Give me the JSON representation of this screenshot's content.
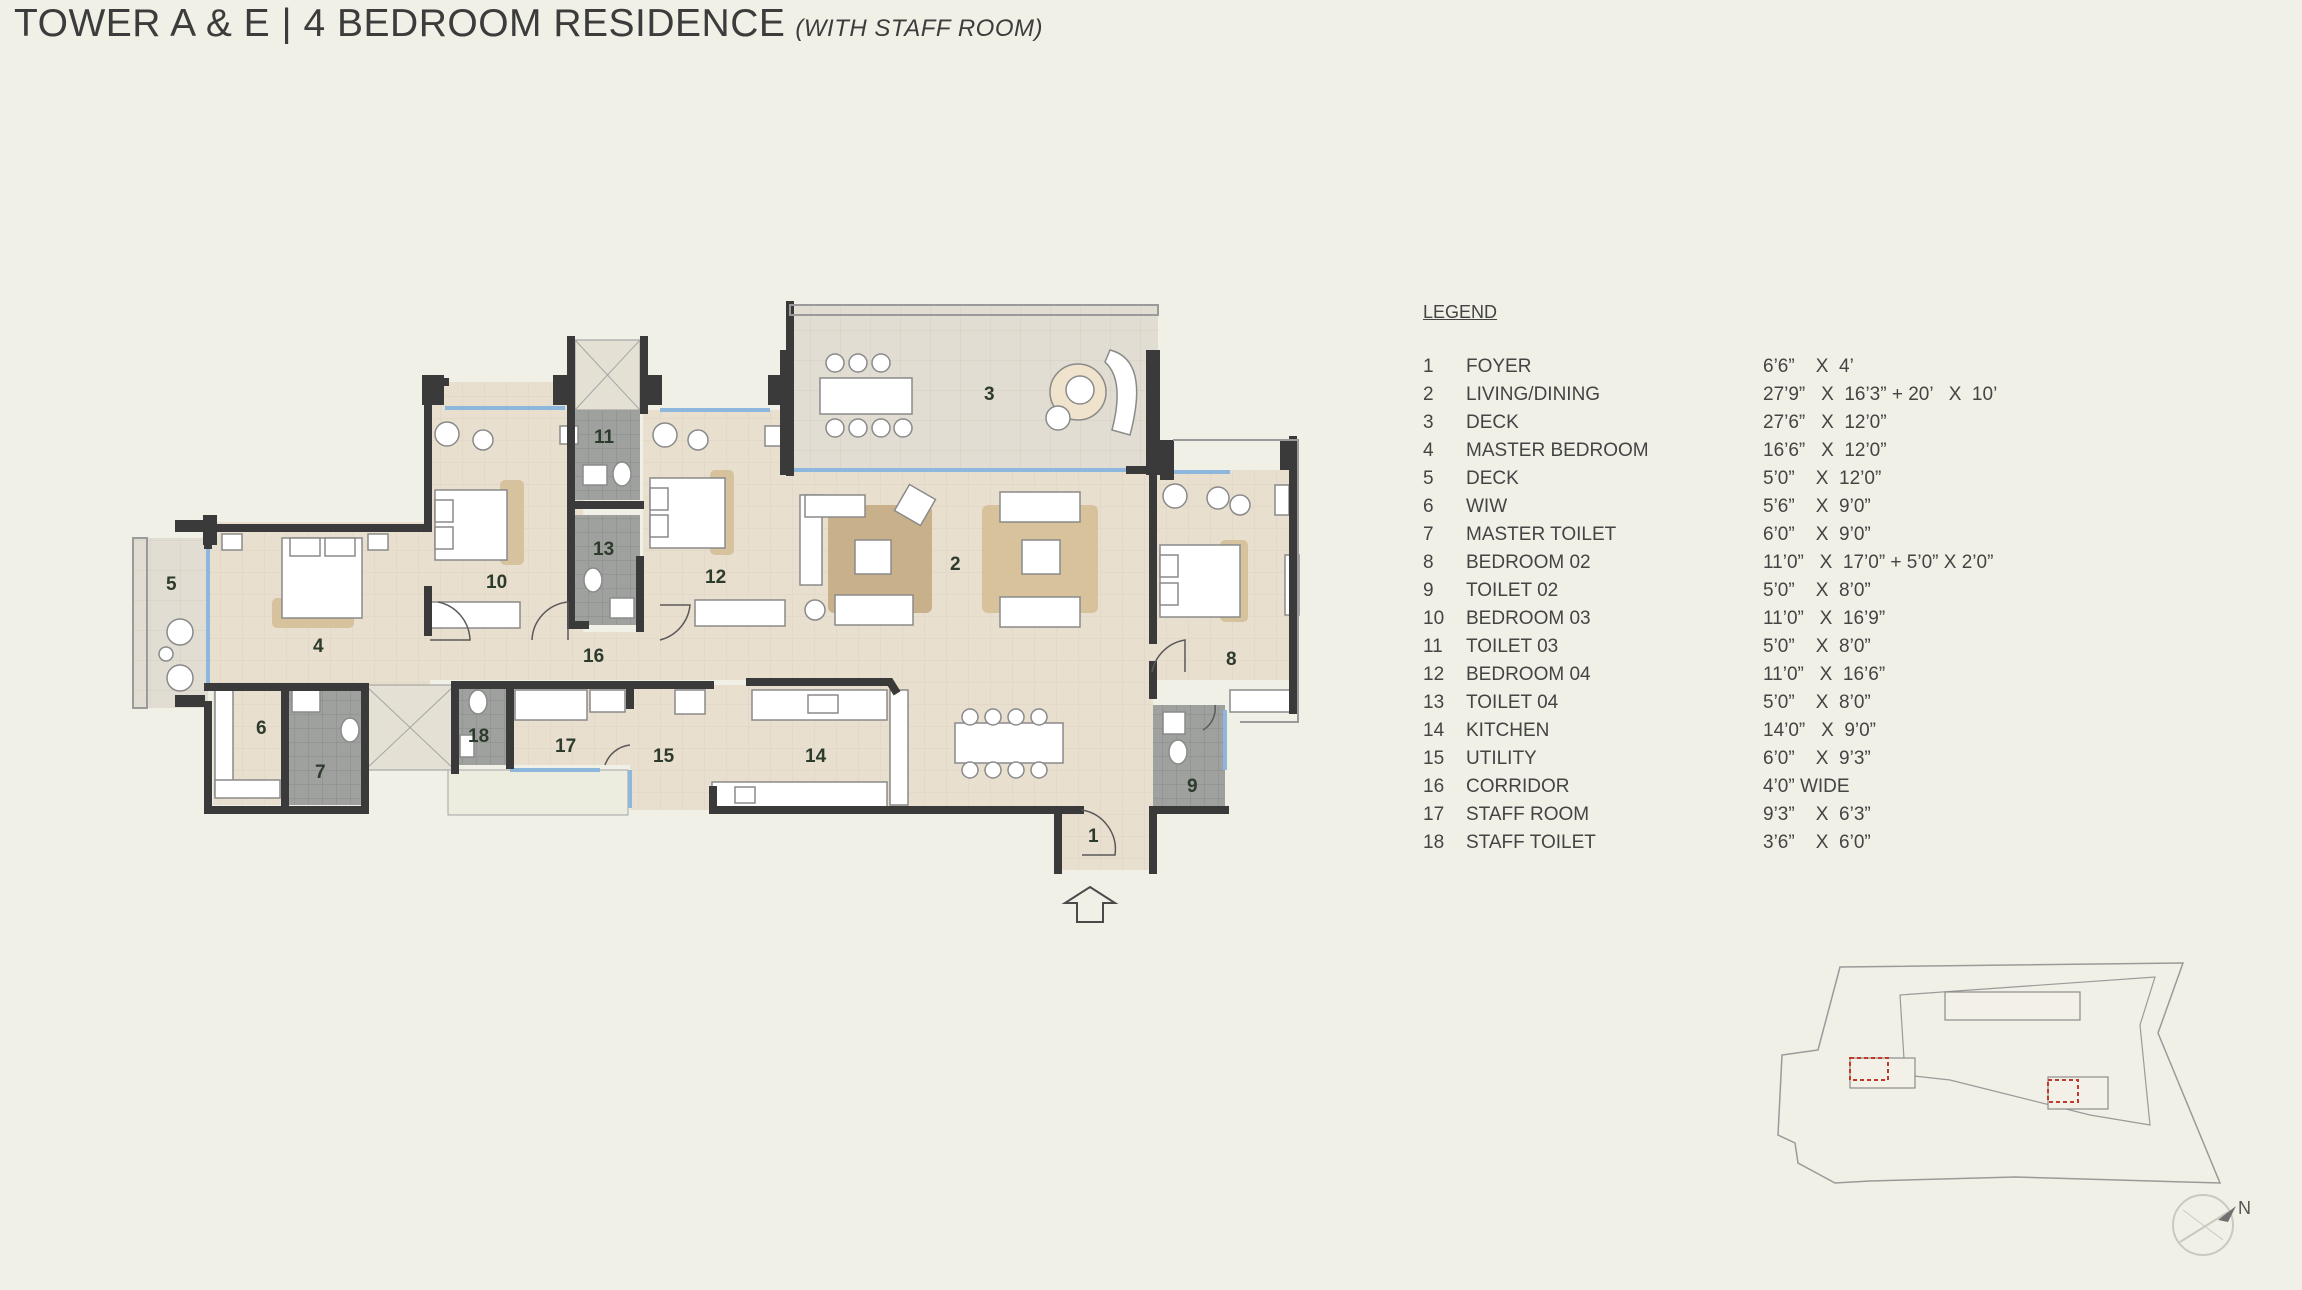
{
  "title": {
    "main": "TOWER A & E | 4 BEDROOM RESIDENCE",
    "sub": "(WITH STAFF ROOM)"
  },
  "legend": {
    "heading": "LEGEND",
    "items": [
      {
        "num": "1",
        "name": "FOYER",
        "dim": "6’6”    X  4’"
      },
      {
        "num": "2",
        "name": "LIVING/DINING",
        "dim": "27’9”   X  16’3” + 20’   X  10’"
      },
      {
        "num": "3",
        "name": "DECK",
        "dim": "27’6”   X  12’0”"
      },
      {
        "num": "4",
        "name": "MASTER BEDROOM",
        "dim": "16’6”   X  12’0”"
      },
      {
        "num": "5",
        "name": "DECK",
        "dim": "5’0”    X  12’0”"
      },
      {
        "num": "6",
        "name": "WIW",
        "dim": "5’6”    X  9’0”"
      },
      {
        "num": "7",
        "name": "MASTER TOILET",
        "dim": "6’0”    X  9’0”"
      },
      {
        "num": "8",
        "name": "BEDROOM 02",
        "dim": "11’0”   X  17’0” + 5’0” X 2’0”"
      },
      {
        "num": "9",
        "name": "TOILET 02",
        "dim": "5’0”    X  8’0”"
      },
      {
        "num": "10",
        "name": "BEDROOM 03",
        "dim": "11’0”   X  16’9”"
      },
      {
        "num": "11",
        "name": "TOILET 03",
        "dim": "5’0”    X  8’0”"
      },
      {
        "num": "12",
        "name": "BEDROOM 04",
        "dim": "11’0”   X  16’6”"
      },
      {
        "num": "13",
        "name": "TOILET 04",
        "dim": "5’0”    X  8’0”"
      },
      {
        "num": "14",
        "name": "KITCHEN",
        "dim": "14’0”   X  9’0”"
      },
      {
        "num": "15",
        "name": "UTILITY",
        "dim": "6’0”    X  9’3”"
      },
      {
        "num": "16",
        "name": "CORRIDOR",
        "dim": "4’0” WIDE"
      },
      {
        "num": "17",
        "name": "STAFF ROOM",
        "dim": "9’3”    X  6’3”"
      },
      {
        "num": "18",
        "name": "STAFF TOILET",
        "dim": "3’6”    X  6’0”"
      }
    ]
  },
  "plan_labels": {
    "r1": "1",
    "r2": "2",
    "r3": "3",
    "r4": "4",
    "r5": "5",
    "r6": "6",
    "r7": "7",
    "r8": "8",
    "r9": "9",
    "r10": "10",
    "r11": "11",
    "r12": "12",
    "r13": "13",
    "r14": "14",
    "r15": "15",
    "r16": "16",
    "r17": "17",
    "r18": "18"
  },
  "compass": {
    "label": "N"
  },
  "colors": {
    "background": "#f0f0e6",
    "floor": "#e6ddcc",
    "wall": "#3a3a3a",
    "toilet": "#9a9d9a",
    "glass": "#8db7dd",
    "rug": "#c9b48f",
    "keymap_highlight": "#c0392b"
  },
  "icons": {
    "entry": "up-arrow-icon",
    "compass": "compass-icon"
  }
}
